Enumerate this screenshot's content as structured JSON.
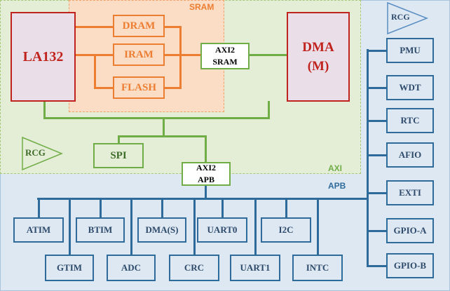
{
  "regions": {
    "sram": "SRAM",
    "axi": "AXI",
    "apb": "APB"
  },
  "blocks": {
    "la132": "LA132",
    "dram": "DRAM",
    "iram": "IRAM",
    "flash": "FLASH",
    "axi2sram": [
      "AXI2",
      "SRAM"
    ],
    "dma_m": [
      "DMA",
      "(M)"
    ],
    "spi": "SPI",
    "axi2apb": [
      "AXI2",
      "APB"
    ],
    "rcg_axi": "RCG",
    "rcg_apb": "RCG"
  },
  "apb_right": [
    "PMU",
    "WDT",
    "RTC",
    "AFIO",
    "EXTI",
    "GPIO-A",
    "GPIO-B"
  ],
  "apb_bottom_top": [
    "ATIM",
    "BTIM",
    "DMA(S)",
    "UART0",
    "I2C"
  ],
  "apb_bottom_low": [
    "GTIM",
    "ADC",
    "CRC",
    "UART1",
    "INTC"
  ],
  "colors": {
    "red": "#c0231d",
    "orange": "#ed7d31",
    "green": "#70ad47",
    "blue": "#2e6a9a"
  }
}
